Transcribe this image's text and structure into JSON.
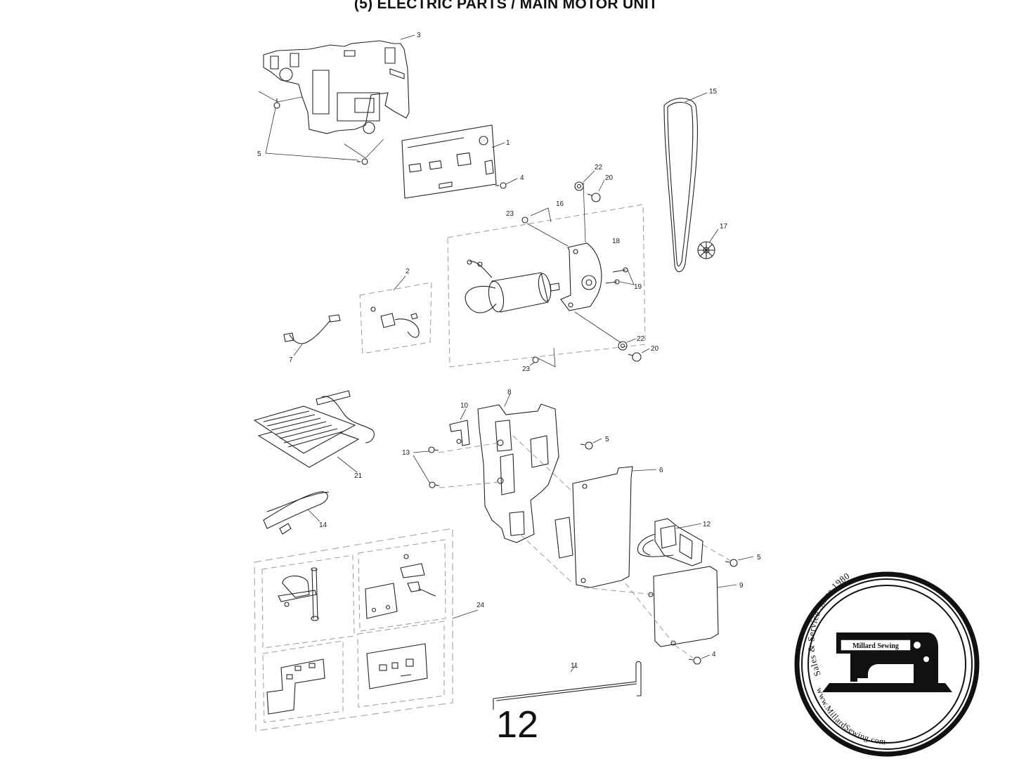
{
  "title": "(5) ELECTRIC PARTS / MAIN MOTOR UNIT",
  "page_number": "12",
  "callouts": {
    "c1": "1",
    "c2": "2",
    "c3": "3",
    "c4a": "4",
    "c4b": "4",
    "c5a": "5",
    "c5b": "5",
    "c5c": "5",
    "c6": "6",
    "c7": "7",
    "c8": "8",
    "c9": "9",
    "c10": "10",
    "c11": "11",
    "c12": "12",
    "c13": "13",
    "c14": "14",
    "c15": "15",
    "c16": "16",
    "c17": "17",
    "c18": "18",
    "c19": "19",
    "c20a": "20",
    "c20b": "20",
    "c21": "21",
    "c22a": "22",
    "c22b": "22",
    "c23a": "23",
    "c23b": "23",
    "c24": "24"
  },
  "logo": {
    "top_arc_text": "Sales & Service Since 1980",
    "banner_text": "Millard Sewing",
    "bottom_arc_text": "www.MillardSewing.com"
  }
}
